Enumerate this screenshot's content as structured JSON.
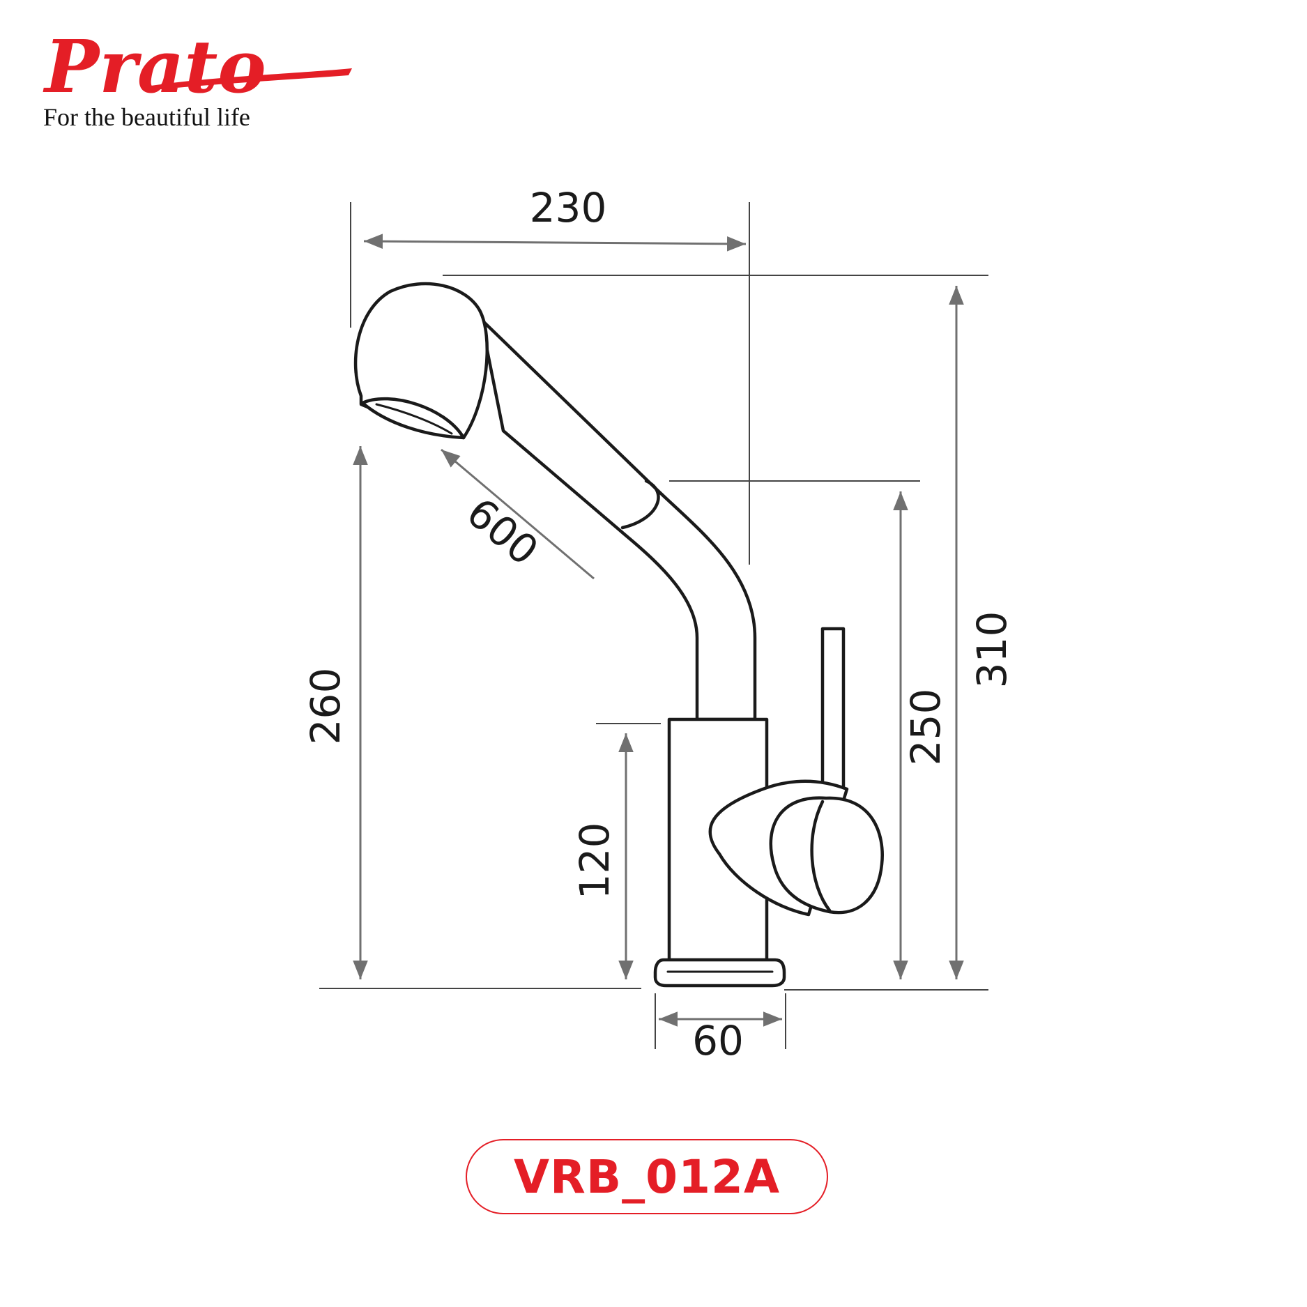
{
  "brand": {
    "name": "Prato",
    "tagline": "For the beautiful life",
    "color": "#e41e26"
  },
  "dimensions": {
    "overall_width": "230",
    "pullout_length": "600",
    "spout_height": "260",
    "body_height": "120",
    "handle_height": "250",
    "total_height": "310",
    "base_diameter": "60"
  },
  "model": {
    "code": "VRB_012A"
  },
  "colors": {
    "outline": "#1a1a1a",
    "dimension_line": "#707070",
    "accent": "#e41e26"
  }
}
